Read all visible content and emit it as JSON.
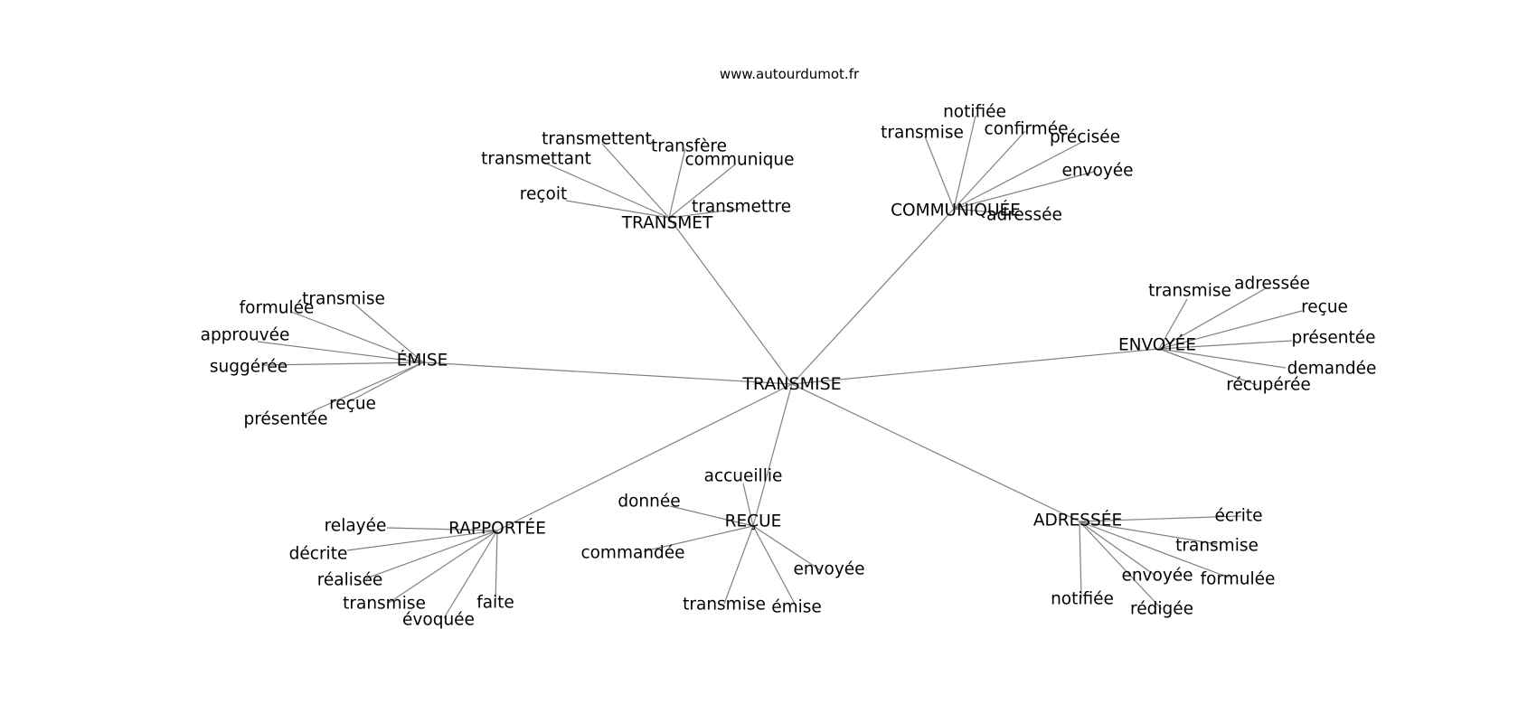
{
  "site": "www.autourdumot.fr",
  "center": "TRANSMISE",
  "clusters": [
    {
      "hub": "TRANSMET",
      "leaves": [
        "transmettent",
        "transfère",
        "transmettant",
        "communique",
        "reçoit",
        "transmettre"
      ]
    },
    {
      "hub": "COMMUNIQUÉE",
      "leaves": [
        "notifiée",
        "transmise",
        "confirmée",
        "précisée",
        "envoyée",
        "adressée"
      ]
    },
    {
      "hub": "ÉMISE",
      "leaves": [
        "transmise",
        "formulée",
        "approuvée",
        "suggérée",
        "reçue",
        "présentée"
      ]
    },
    {
      "hub": "ENVOYÉE",
      "leaves": [
        "transmise",
        "adressée",
        "reçue",
        "présentée",
        "demandée",
        "récupérée"
      ]
    },
    {
      "hub": "RAPPORTÉE",
      "leaves": [
        "relayée",
        "décrite",
        "réalisée",
        "transmise",
        "faite",
        "évoquée"
      ]
    },
    {
      "hub": "REÇUE",
      "leaves": [
        "accueillie",
        "donnée",
        "commandée",
        "envoyée",
        "transmise",
        "émise"
      ]
    },
    {
      "hub": "ADRESSÉE",
      "leaves": [
        "écrite",
        "transmise",
        "formulée",
        "envoyée",
        "notifiée",
        "rédigée"
      ]
    }
  ]
}
